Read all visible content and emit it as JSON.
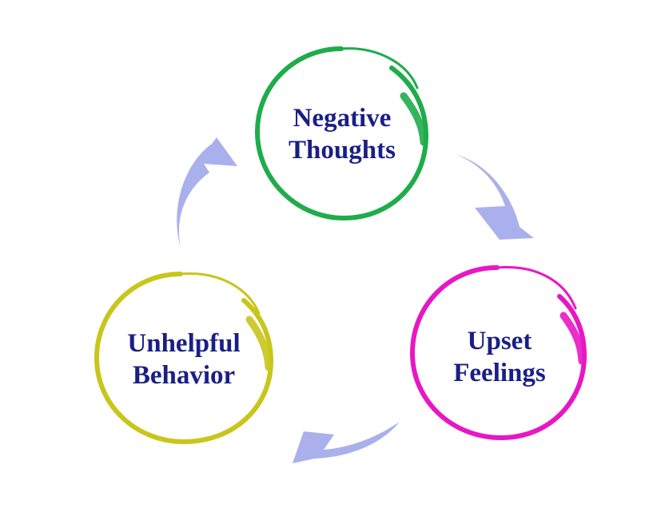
{
  "nodes": [
    {
      "id": "negative-thoughts",
      "line1": "Negative",
      "line2": "Thoughts",
      "ring_color": "#1fac4b"
    },
    {
      "id": "upset-feelings",
      "line1": "Upset",
      "line2": "Feelings",
      "ring_color": "#e817c4"
    },
    {
      "id": "unhelpful-behavior",
      "line1": "Unhelpful",
      "line2": "Behavior",
      "ring_color": "#c9c51b"
    }
  ],
  "colors": {
    "text": "#1a1f86",
    "arrow": "#a9b0ec"
  },
  "arrows": [
    {
      "from": "negative-thoughts",
      "to": "upset-feelings"
    },
    {
      "from": "upset-feelings",
      "to": "unhelpful-behavior"
    },
    {
      "from": "unhelpful-behavior",
      "to": "negative-thoughts"
    }
  ]
}
